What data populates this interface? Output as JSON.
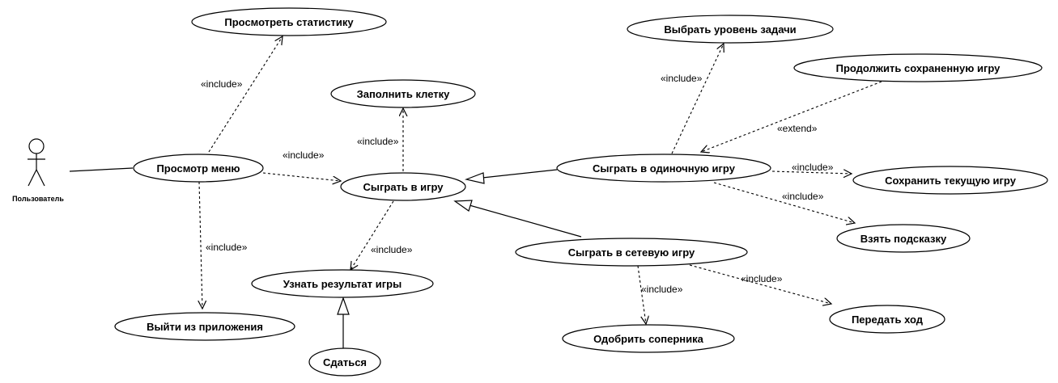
{
  "actor": {
    "label": "Пользователь"
  },
  "use_cases": {
    "stats": "Просмотреть статистику",
    "fill_cell": "Заполнить клетку",
    "menu": "Просмотр меню",
    "play": "Сыграть в игру",
    "result": "Узнать результат игры",
    "exit": "Выйти из приложения",
    "surrender": "Сдаться",
    "single": "Сыграть в одиночную игру",
    "network": "Сыграть в сетевую игру",
    "level": "Выбрать уровень задачи",
    "continue": "Продолжить сохраненную игру",
    "save": "Сохранить текущую игру",
    "hint": "Взять подсказку",
    "approve": "Одобрить соперника",
    "pass_turn": "Передать ход"
  },
  "relations": {
    "menu_stats": "«include»",
    "play_fill": "«include»",
    "menu_play": "«include»",
    "menu_exit": "«include»",
    "play_result": "«include»",
    "single_level": "«include»",
    "continue_single": "«extend»",
    "single_save": "«include»",
    "single_hint": "«include»",
    "network_approve": "«include»",
    "network_pass": "«include»"
  }
}
